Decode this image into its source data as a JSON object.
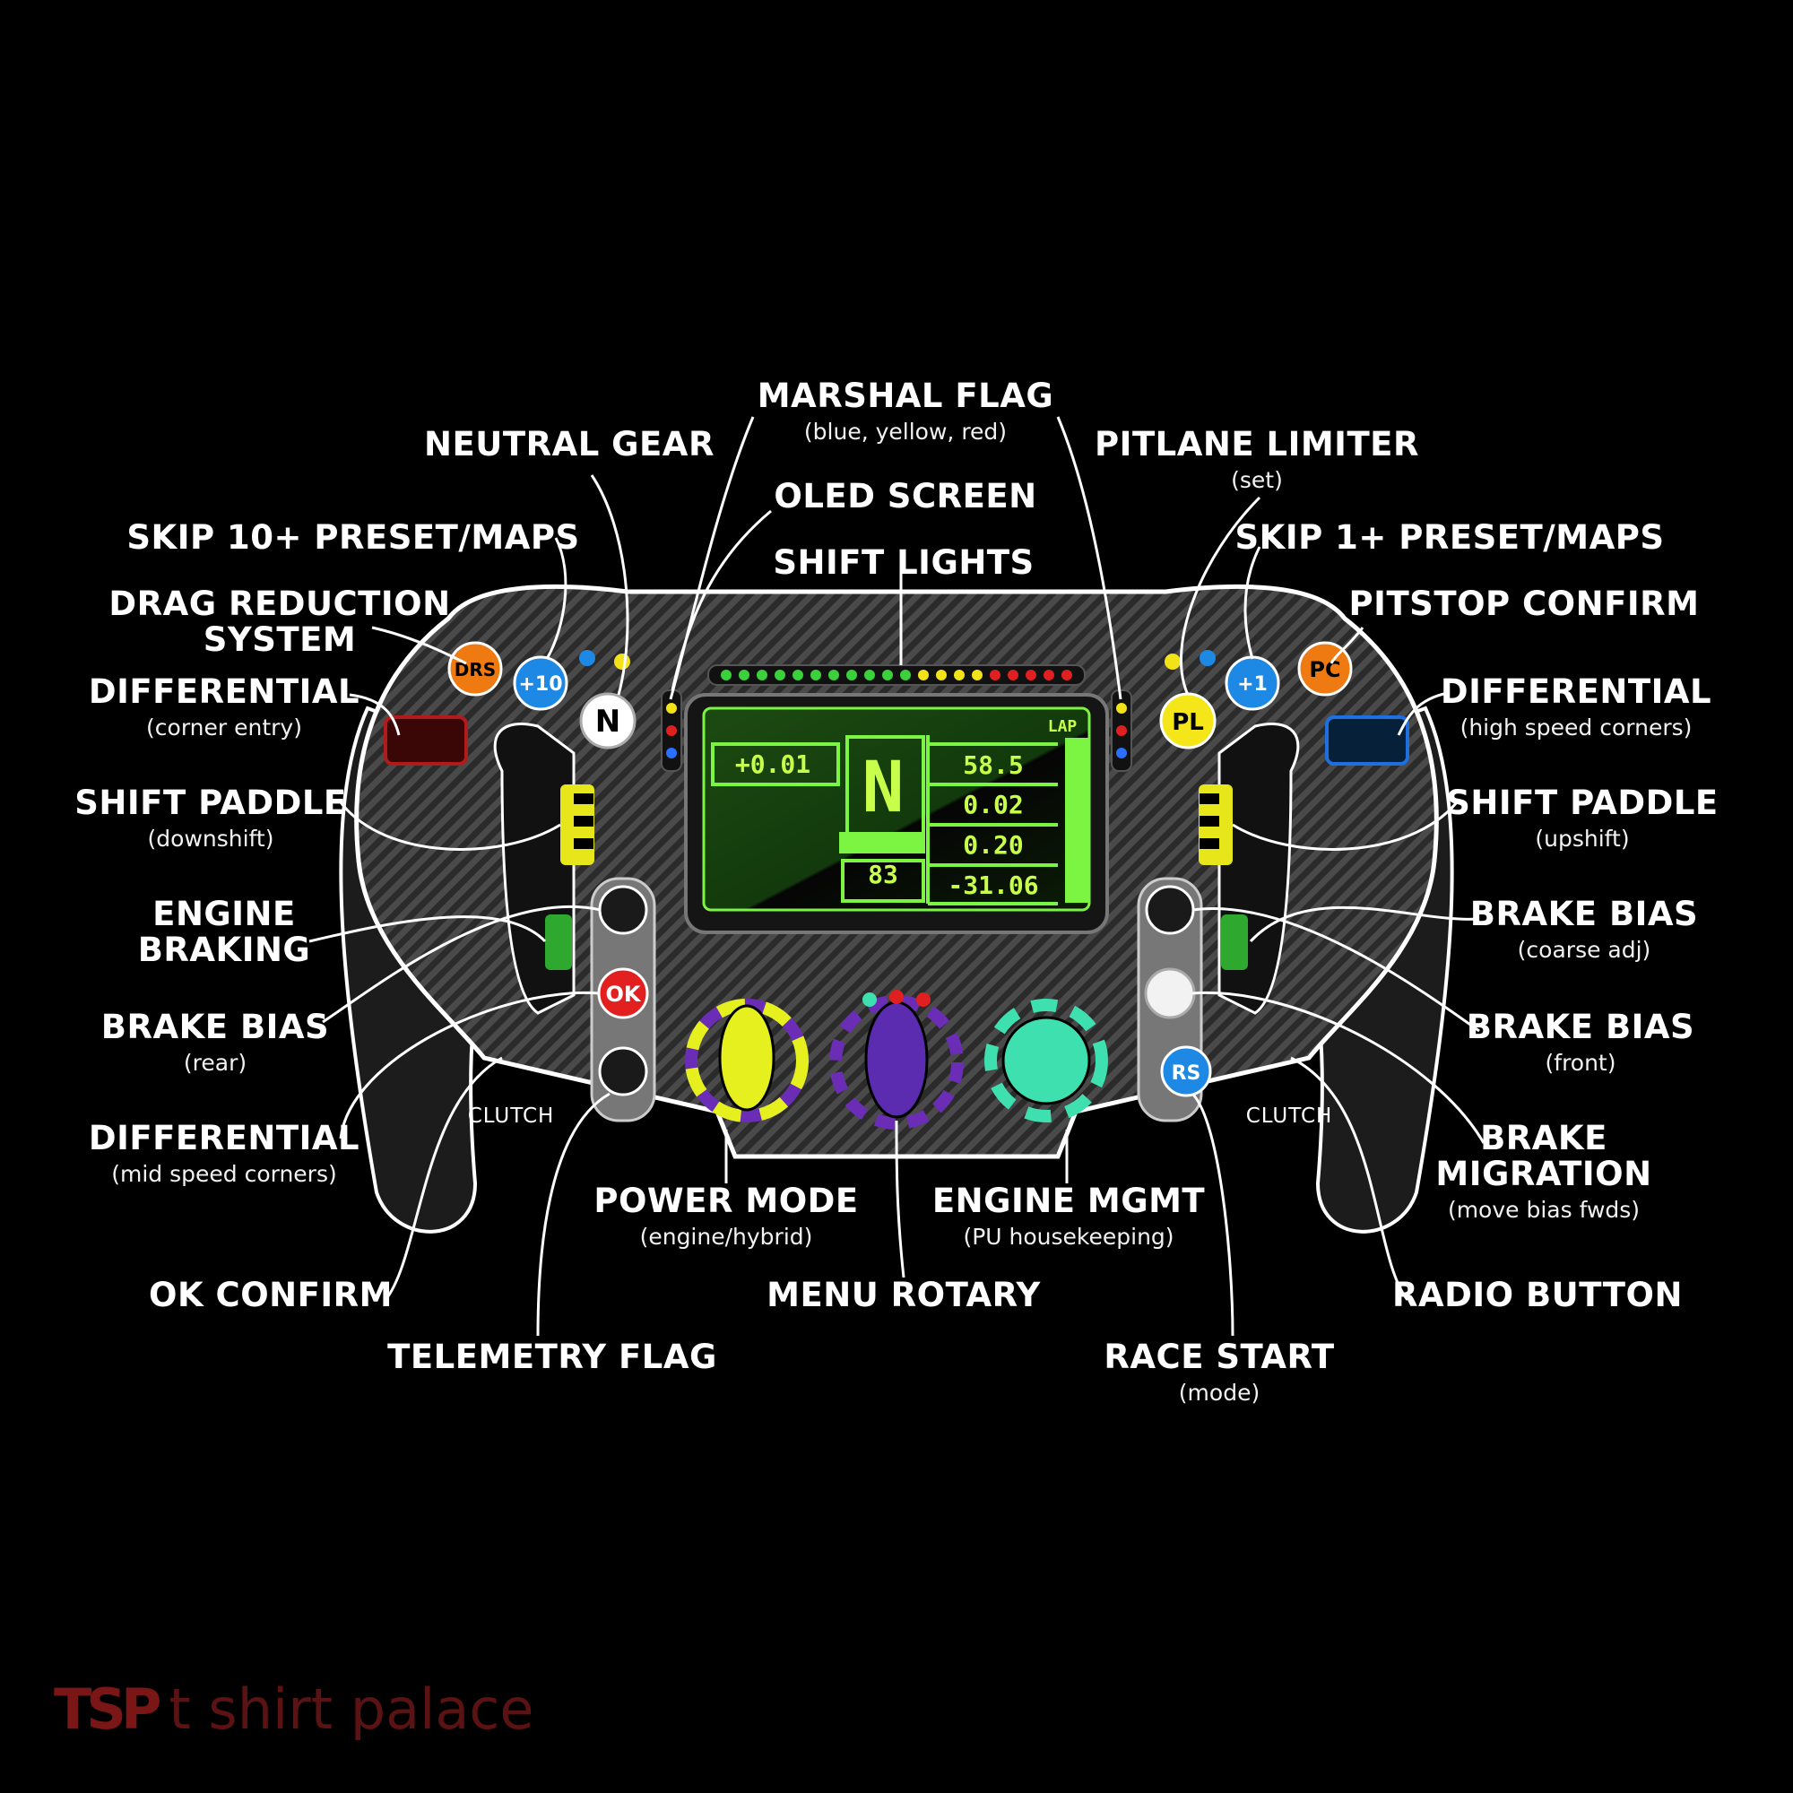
{
  "labels": {
    "marshal_flag": {
      "title": "MARSHAL FLAG",
      "sub": "(blue, yellow, red)"
    },
    "neutral_gear": {
      "title": "NEUTRAL GEAR"
    },
    "pitlane_limiter": {
      "title": "PITLANE LIMITER",
      "sub": "(set)"
    },
    "oled_screen": {
      "title": "OLED SCREEN"
    },
    "skip10": {
      "title": "SKIP 10+ PRESET/MAPS"
    },
    "skip1": {
      "title": "SKIP 1+ PRESET/MAPS"
    },
    "shift_lights": {
      "title": "SHIFT LIGHTS"
    },
    "drs_1": {
      "title": "DRAG REDUCTION"
    },
    "drs_2": {
      "title": "SYSTEM"
    },
    "pitstop_confirm": {
      "title": "PITSTOP CONFIRM"
    },
    "diff_entry": {
      "title": "DIFFERENTIAL",
      "sub": "(corner entry)"
    },
    "diff_high": {
      "title": "DIFFERENTIAL",
      "sub": "(high speed corners)"
    },
    "shift_down": {
      "title": "SHIFT PADDLE",
      "sub": "(downshift)"
    },
    "shift_up": {
      "title": "SHIFT PADDLE",
      "sub": "(upshift)"
    },
    "engine_braking_1": {
      "title": "ENGINE"
    },
    "engine_braking_2": {
      "title": "BRAKING"
    },
    "brake_bias_coarse": {
      "title": "BRAKE BIAS",
      "sub": "(coarse adj)"
    },
    "brake_bias_rear": {
      "title": "BRAKE BIAS",
      "sub": "(rear)"
    },
    "brake_bias_front": {
      "title": "BRAKE BIAS",
      "sub": "(front)"
    },
    "diff_mid": {
      "title": "DIFFERENTIAL",
      "sub": "(mid speed corners)"
    },
    "brake_migration_1": {
      "title": "BRAKE"
    },
    "brake_migration_2": {
      "title": "MIGRATION",
      "sub": "(move bias fwds)"
    },
    "power_mode": {
      "title": "POWER MODE",
      "sub": "(engine/hybrid)"
    },
    "engine_mgmt": {
      "title": "ENGINE MGMT",
      "sub": "(PU housekeeping)"
    },
    "ok_confirm": {
      "title": "OK CONFIRM"
    },
    "radio_button": {
      "title": "RADIO BUTTON"
    },
    "menu_rotary": {
      "title": "MENU ROTARY"
    },
    "telemetry_flag": {
      "title": "TELEMETRY FLAG"
    },
    "race_start": {
      "title": "RACE START",
      "sub": "(mode)"
    },
    "clutch_left": {
      "title": "CLUTCH"
    },
    "clutch_right": {
      "title": "CLUTCH"
    }
  },
  "buttons": {
    "drs": "DRS",
    "plus10": "+10",
    "neutral": "N",
    "plus1": "+1",
    "pitlane": "PL",
    "pitstop": "PC",
    "ok": "OK",
    "radio": "RS"
  },
  "screen": {
    "gear": "N",
    "delta": "+0.01",
    "v1": "58.5",
    "v2": "0.02",
    "v3": "0.20",
    "v4": "-31.06",
    "v5": "83",
    "lap": "LAP"
  },
  "colors": {
    "background": "#000000",
    "drs": "#f07a12",
    "plus_buttons": "#1e88e5",
    "pitlane": "#f5e61a",
    "ok": "#e32020",
    "radio": "#1e88e5",
    "screen_green": "#7cf542",
    "power_knob": "#e6f01e",
    "menu_knob": "#5b2bb0",
    "engine_knob": "#3fe0b0"
  },
  "watermark": {
    "logo": "TSP",
    "text": "t shirt palace"
  }
}
